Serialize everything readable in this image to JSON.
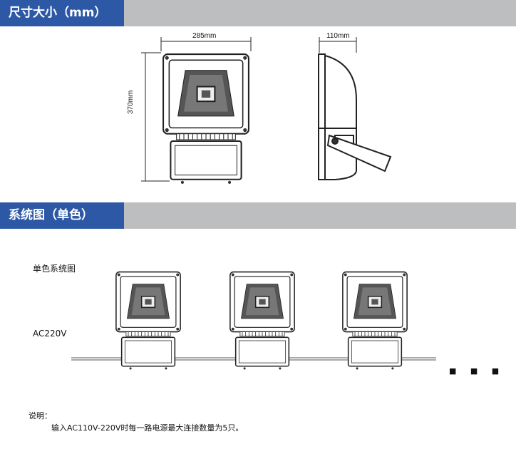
{
  "sections": {
    "dimensions": {
      "title": "尺寸大小（mm）",
      "width": "285mm",
      "height": "370mm",
      "depth": "110mm"
    },
    "system": {
      "title": "系统图（单色）",
      "diagram_label": "单色系统图",
      "power_label": "AC220V",
      "ellipsis": "■ ■ ■"
    }
  },
  "notes": {
    "heading": "说明：",
    "text": "输入AC110V-220V时每一路电源最大连接数量为5只。"
  },
  "colors": {
    "accent": "#2d58a5",
    "bar": "#bdbec0"
  }
}
